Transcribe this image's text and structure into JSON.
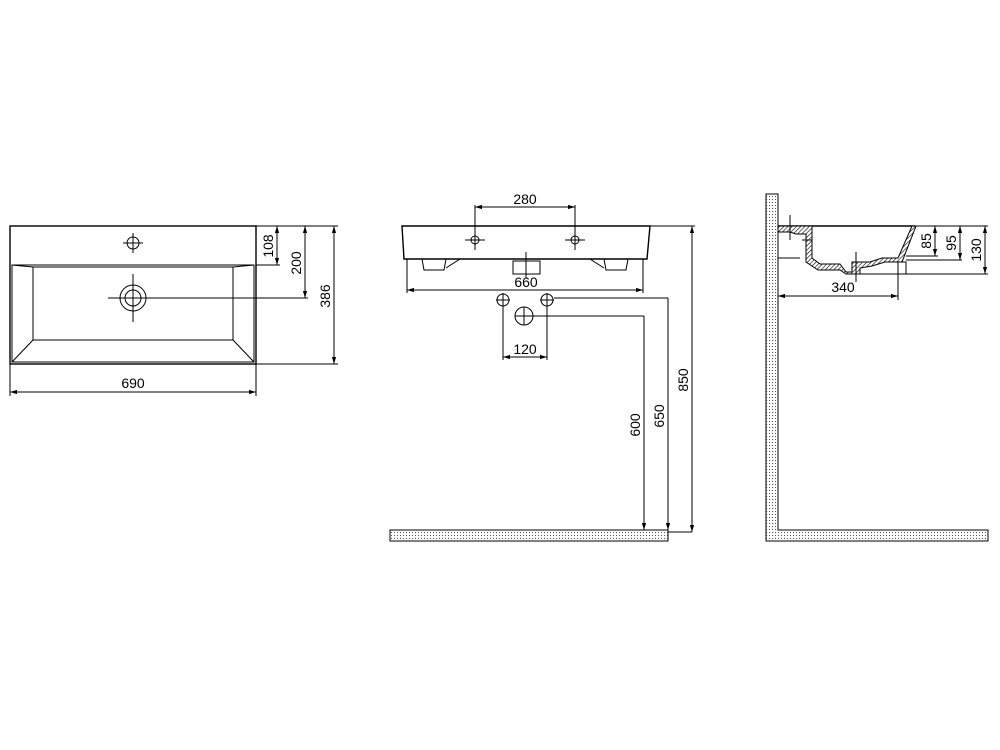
{
  "title": "Washbasin dimension drawing",
  "top_view": {
    "width": "690",
    "depth": "386",
    "tap_hole_offset": "108",
    "drain_offset": "200"
  },
  "front_view": {
    "tap_spacing": "280",
    "bottom_width": "660",
    "pipe_spacing": "120",
    "drain_height": "600",
    "supply_height": "650",
    "rim_height": "850"
  },
  "side_view": {
    "bowl_depth": "85",
    "inner_depth": "95",
    "total_height": "130",
    "projection": "340"
  },
  "colors": {
    "line": "#000000",
    "background": "#ffffff"
  }
}
